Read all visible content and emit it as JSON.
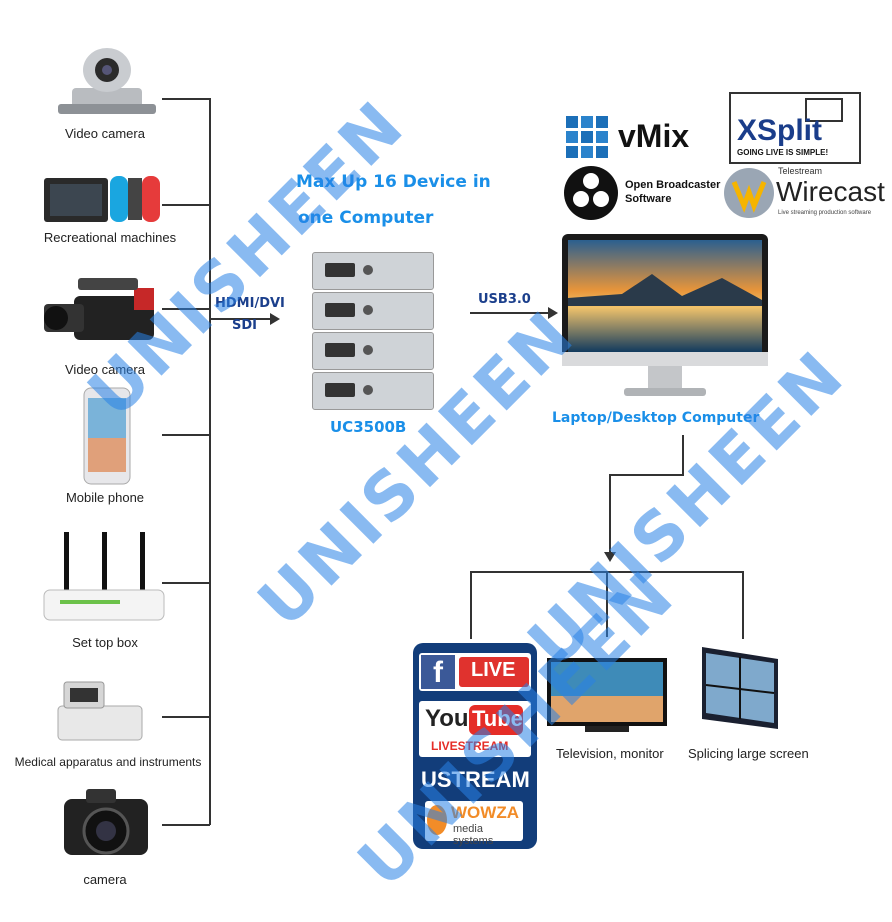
{
  "sources": [
    {
      "label": "Video camera"
    },
    {
      "label": "Recreational machines"
    },
    {
      "label": "Video camera"
    },
    {
      "label": "Mobile phone"
    },
    {
      "label": "Set top box"
    },
    {
      "label": "Medical apparatus and instruments"
    },
    {
      "label": "camera"
    }
  ],
  "input_label": {
    "line1": "HDMI/DVI",
    "line2": "SDI"
  },
  "device": {
    "headline1": "Max Up 16 Device in",
    "headline2": "one Computer",
    "name": "UC3500B"
  },
  "usb_label": "USB3.0",
  "computer_label": "Laptop/Desktop Computer",
  "software": {
    "vmix": "vMix",
    "xsplit": "XSplit",
    "xsplit_tag": "GOING LIVE IS SIMPLE!",
    "obs_line1": "Open Broadcaster",
    "obs_line2": "Software",
    "wirecast_top": "Telestream",
    "wirecast": "Wirecast",
    "wirecast_sub": "Live streaming production software"
  },
  "outputs": {
    "facebook": "LIVE",
    "youtube_you": "You",
    "youtube_tube": "Tube",
    "livestream": "LIVESTREAM",
    "ustream": "USTREAM",
    "wowza": "WOWZA",
    "wowza_sub": "media systems",
    "tv_label": "Television, monitor",
    "screen_label": "Splicing large screen"
  },
  "watermark": "UNISHEEN",
  "colors": {
    "accent": "#1a8fe8",
    "watermark": "#2882e6",
    "stack_bg": "#123d7a"
  }
}
